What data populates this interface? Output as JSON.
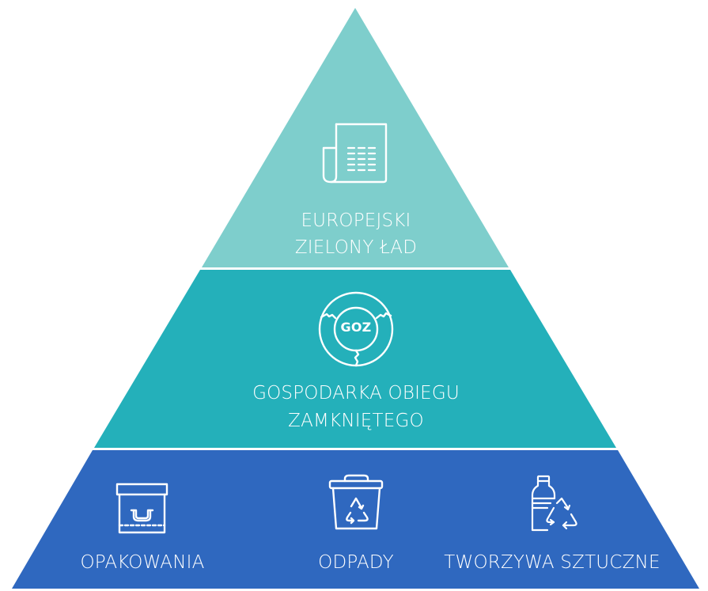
{
  "colors": {
    "top_level": "#7ECECC",
    "middle_level": "#24B0BA",
    "bottom_level": "#2F68BF",
    "divider": "#FFFFFF",
    "text": "#FFFFFF"
  },
  "pyramid": {
    "levels": [
      {
        "name": "top",
        "icon": "document-scroll-icon",
        "lines": [
          "EUROPEJSKI",
          "ZIELONY ŁAD"
        ]
      },
      {
        "name": "middle",
        "icon": "circular-economy-goz-icon",
        "icon_text": "GOZ",
        "lines": [
          "GOSPODARKA OBIEGU",
          "ZAMKNIĘTEGO"
        ]
      },
      {
        "name": "bottom",
        "items": [
          {
            "icon": "storage-box-icon",
            "label": "OPAKOWANIA"
          },
          {
            "icon": "recycling-bin-icon",
            "label": "ODPADY"
          },
          {
            "icon": "plastic-bottle-recycle-icon",
            "label": "TWORZYWA SZTUCZNE"
          }
        ]
      }
    ]
  }
}
